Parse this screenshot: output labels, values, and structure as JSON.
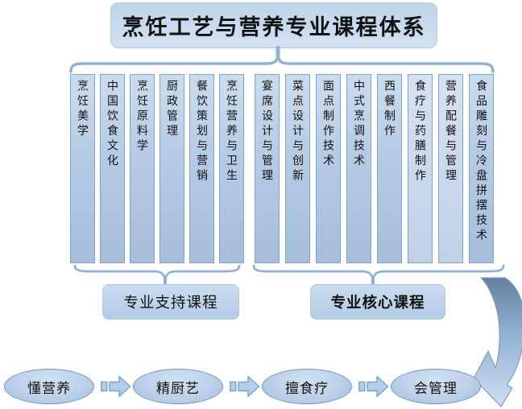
{
  "title": "烹饪工艺与营养专业课程体系",
  "course_groups": [
    {
      "label": "专业支持课程",
      "courses": [
        "烹饪美学",
        "中国饮食文化",
        "烹饪原料学",
        "厨政管理",
        "餐饮策划与营销",
        "烹饪营养与卫生"
      ]
    },
    {
      "label": "专业核心课程",
      "courses": [
        "宴席设计与管理",
        "菜点设计与创新",
        "面点制作技术",
        "中式烹调技术",
        "西餐制作",
        "食疗与药膳制作",
        "营养配餐与管理",
        "食品雕刻与冷盘拼摆技术"
      ]
    }
  ],
  "light_courses": [
    "食疗与药膳制作",
    "营养配餐与管理"
  ],
  "outcome_flow": [
    "懂营养",
    "精厨艺",
    "擅食疗",
    "会管理"
  ],
  "colors": {
    "column_fill_top": "#cbdcee",
    "column_fill_bottom": "#a6bedb",
    "column_border": "#7fa5cd",
    "title_box_fill": "#c5d8ec",
    "brace": "#8fb2d4",
    "ellipse_border": "#6f97c7",
    "arrow_fill": "#b6cde7",
    "arrow_border": "#7ca2cc",
    "curved_arrow_dark": "#64809f",
    "curved_arrow_light": "#cfdff0",
    "text": "#111111"
  }
}
